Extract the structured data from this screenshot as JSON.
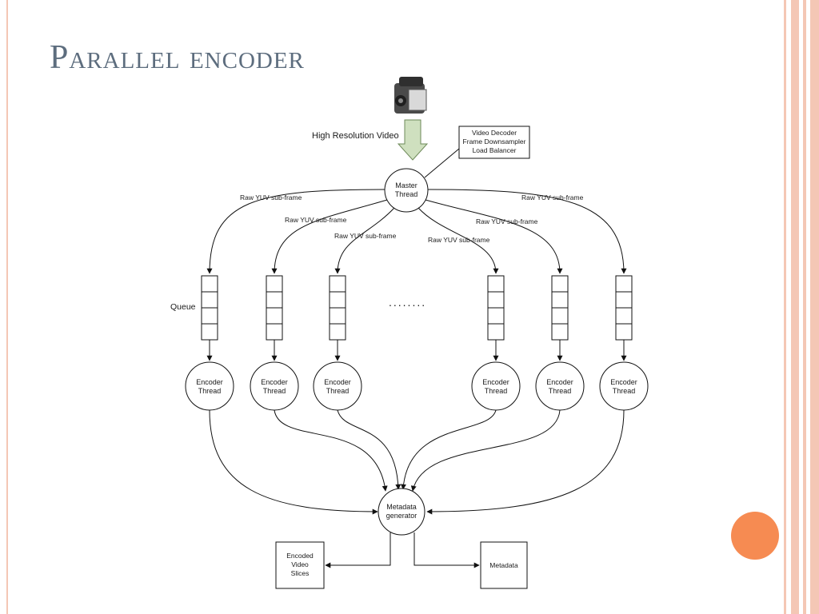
{
  "slide": {
    "title": "Parallel encoder",
    "accent_color": "#f68b52",
    "stripe_color": "#f4c7b5"
  },
  "diagram": {
    "source_label": "High Resolution Video",
    "source_icon": "video-camera-icon",
    "note_lines": [
      "Video Decoder",
      "Frame Downsampler",
      "Load Balancer"
    ],
    "master_lines": [
      "Master",
      "Thread"
    ],
    "subframe_label": "Raw YUV sub-frame",
    "queue_label": "Queue",
    "ellipsis": "........",
    "encoder_lines": [
      "Encoder",
      "Thread"
    ],
    "encoder_count": 6,
    "metadata_gen_lines": [
      "Metadata",
      "generator"
    ],
    "output_video_lines": [
      "Encoded",
      "Video",
      "Slices"
    ],
    "output_metadata_label": "Metadata"
  }
}
